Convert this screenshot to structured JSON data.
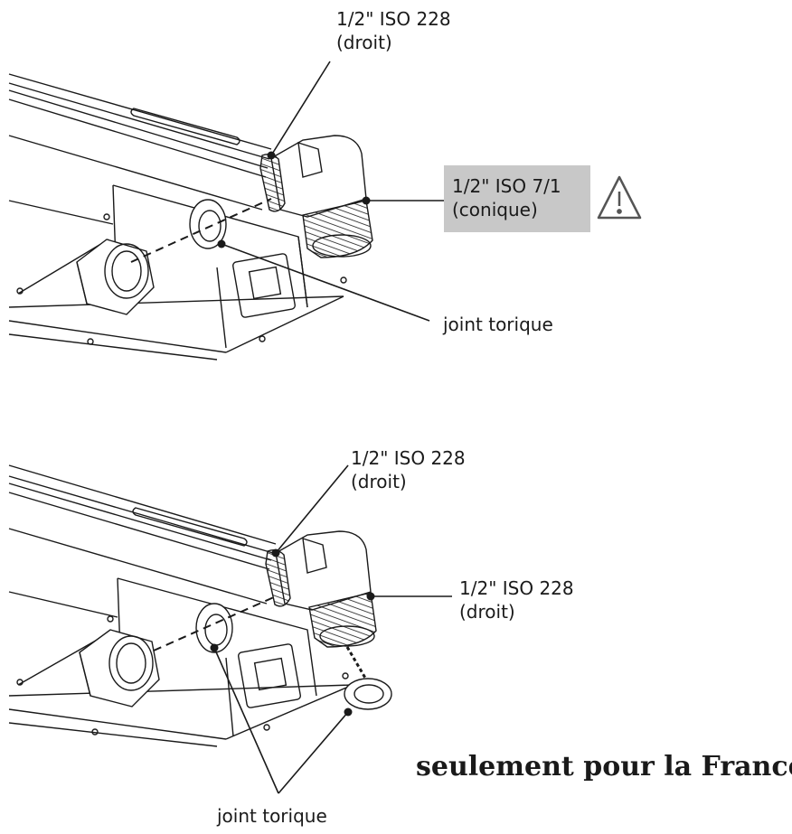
{
  "top_diagram": {
    "label_straight": {
      "line1": "1/2\"  ISO 228",
      "line2": "(droit)"
    },
    "label_tapered": {
      "line1": "1/2\"  ISO 7/1",
      "line2": "(conique)"
    },
    "label_oring": "joint torique"
  },
  "bottom_diagram": {
    "label_straight_upper": {
      "line1": "1/2\"  ISO 228",
      "line2": "(droit)"
    },
    "label_straight_right": {
      "line1": "1/2\"  ISO 228",
      "line2": "(droit)"
    },
    "label_oring": "joint torique"
  },
  "footer_note": "seulement pour la France",
  "colors": {
    "line": "#1a1a1a",
    "highlight_box": "#c8c8c8",
    "background": "#ffffff"
  },
  "icons": {
    "warning": "warning-triangle-icon"
  }
}
